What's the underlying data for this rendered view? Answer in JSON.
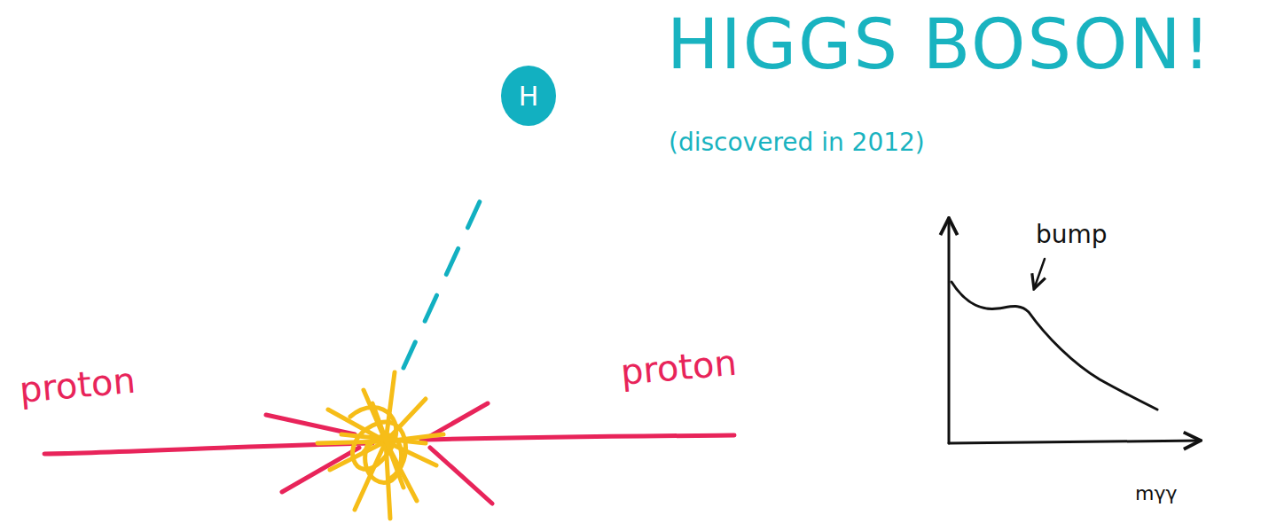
{
  "diagram": {
    "title": "HIGGS BOSON!",
    "nodes": [
      {
        "text": [
          "H"
        ]
      }
    ],
    "edges": [],
    "labels": [
      "(discovered in 2012)",
      "proton",
      "proton",
      "bump",
      "mγγ"
    ]
  }
}
